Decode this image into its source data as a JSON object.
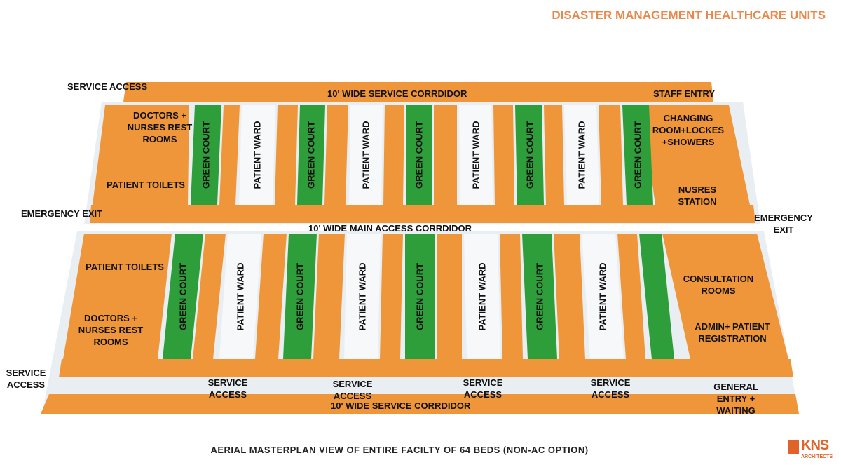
{
  "header": {
    "title": "DISASTER MANAGEMENT HEALTHCARE UNITS"
  },
  "caption": "AERIAL MASTERPLAN VIEW OF ENTIRE FACILTY OF 64 BEDS (NON-AC OPTION)",
  "logo": {
    "name": "KNS",
    "subtitle": "ARCHITECTS"
  },
  "colors": {
    "wall": "#f0963a",
    "green_court": "#2e9e3a",
    "floor": "#e9eef2",
    "title": "#e8884a"
  },
  "top_block": {
    "service_access": "SERVICE ACCESS",
    "service_corridor": "10' WIDE SERVICE CORRDIDOR",
    "staff_entry": "STAFF ENTRY",
    "rest_rooms": "DOCTORS + NURSES REST ROOMS",
    "toilets": "PATIENT TOILETS",
    "changing": "CHANGING ROOM+LOCKES +SHOWERS",
    "nurses_station": "NUSRES STATION",
    "green_court": "GREEN COURT",
    "patient_ward": "PATIENT WARD"
  },
  "middle": {
    "emergency_exit_left": "EMERGENCY EXIT",
    "emergency_exit_right": "EMERGENCY EXIT",
    "main_corridor": "10' WIDE MAIN ACCESS CORRDIDOR"
  },
  "bottom_block": {
    "toilets": "PATIENT TOILETS",
    "rest_rooms": "DOCTORS + NURSES REST ROOMS",
    "consultation": "CONSULTATION ROOMS",
    "admin": "ADMIN+ PATIENT REGISTRATION",
    "service_access": "SERVICE ACCESS",
    "service_corridor": "10' WIDE SERVICE CORRDIDOR",
    "general_entry": "GENERAL ENTRY + WAITING",
    "green_court": "GREEN COURT",
    "patient_ward": "PATIENT WARD"
  }
}
